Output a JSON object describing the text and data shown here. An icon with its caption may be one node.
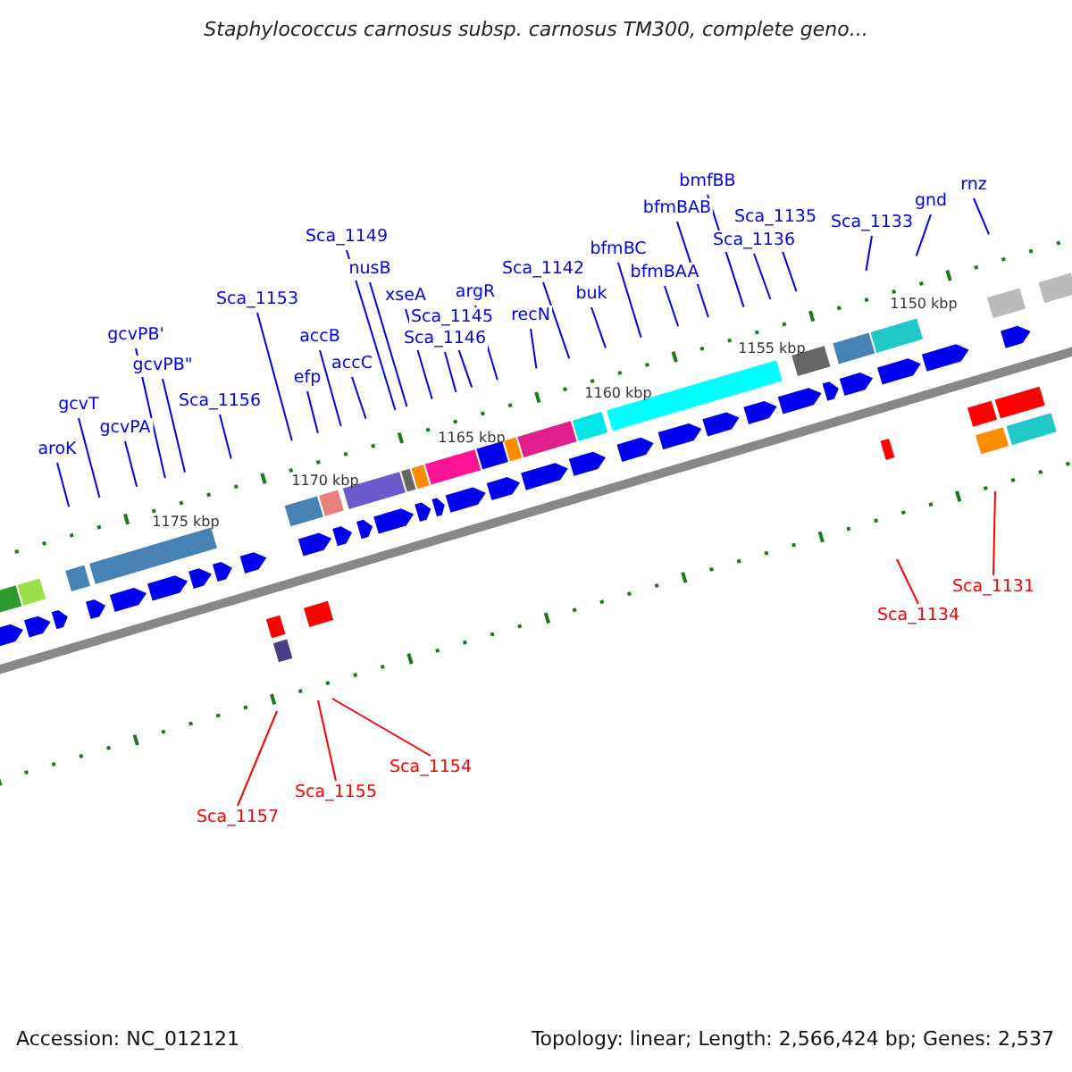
{
  "diagram": {
    "title": "Staphylococcus carnosus subsp. carnosus TM300, complete geno...",
    "nodes": [
      {
        "text": [
          "aroK"
        ]
      },
      {
        "text": [
          "gcvT"
        ]
      },
      {
        "text": [
          "gcvPA"
        ]
      },
      {
        "text": [
          "gcvPB'"
        ]
      },
      {
        "text": [
          "gcvPB\""
        ]
      },
      {
        "text": [
          "Sca_1156"
        ]
      },
      {
        "text": [
          "Sca_1153"
        ]
      },
      {
        "text": [
          "efp"
        ]
      },
      {
        "text": [
          "accB"
        ]
      },
      {
        "text": [
          "accC"
        ]
      },
      {
        "text": [
          "Sca_1149"
        ]
      },
      {
        "text": [
          "nusB"
        ]
      },
      {
        "text": [
          "xseA"
        ]
      },
      {
        "text": [
          "Sca_1146"
        ]
      },
      {
        "text": [
          "Sca_1145"
        ]
      },
      {
        "text": [
          "argR"
        ]
      },
      {
        "text": [
          "recN"
        ]
      },
      {
        "text": [
          "Sca_1142"
        ]
      },
      {
        "text": [
          "buk"
        ]
      },
      {
        "text": [
          "bfmBC"
        ]
      },
      {
        "text": [
          "bfmBAA"
        ]
      },
      {
        "text": [
          "bfmBAB"
        ]
      },
      {
        "text": [
          "bmfBB"
        ]
      },
      {
        "text": [
          "Sca_1136"
        ]
      },
      {
        "text": [
          "Sca_1135"
        ]
      },
      {
        "text": [
          "Sca_1133"
        ]
      },
      {
        "text": [
          "gnd"
        ]
      },
      {
        "text": [
          "rnz"
        ]
      },
      {
        "text": [
          "Sca_1157"
        ]
      },
      {
        "text": [
          "Sca_1155"
        ]
      },
      {
        "text": [
          "Sca_1154"
        ]
      },
      {
        "text": [
          "Sca_1134"
        ]
      },
      {
        "text": [
          "Sca_1131"
        ]
      }
    ],
    "edges": [
      {
        "from": 0,
        "to": null,
        "arrow": "none"
      },
      {
        "from": 1,
        "to": null,
        "arrow": "none"
      },
      {
        "from": 2,
        "to": null,
        "arrow": "none"
      },
      {
        "from": 3,
        "to": null,
        "arrow": "none"
      },
      {
        "from": 4,
        "to": null,
        "arrow": "none"
      },
      {
        "from": 5,
        "to": null,
        "arrow": "none"
      },
      {
        "from": 6,
        "to": null,
        "arrow": "none"
      },
      {
        "from": 7,
        "to": null,
        "arrow": "none"
      },
      {
        "from": 8,
        "to": null,
        "arrow": "none"
      },
      {
        "from": 9,
        "to": null,
        "arrow": "none"
      },
      {
        "from": 10,
        "to": null,
        "arrow": "none"
      },
      {
        "from": 11,
        "to": null,
        "arrow": "none"
      },
      {
        "from": 12,
        "to": null,
        "arrow": "none"
      },
      {
        "from": 13,
        "to": null,
        "arrow": "none"
      },
      {
        "from": 14,
        "to": null,
        "arrow": "none"
      },
      {
        "from": 15,
        "to": null,
        "arrow": "none"
      },
      {
        "from": 16,
        "to": null,
        "arrow": "none"
      },
      {
        "from": 17,
        "to": null,
        "arrow": "none"
      },
      {
        "from": 18,
        "to": null,
        "arrow": "none"
      },
      {
        "from": 19,
        "to": null,
        "arrow": "none"
      },
      {
        "from": 20,
        "to": null,
        "arrow": "none"
      },
      {
        "from": 21,
        "to": null,
        "arrow": "none"
      },
      {
        "from": 22,
        "to": null,
        "arrow": "none"
      },
      {
        "from": 23,
        "to": null,
        "arrow": "none"
      },
      {
        "from": 24,
        "to": null,
        "arrow": "none"
      },
      {
        "from": 25,
        "to": null,
        "arrow": "none"
      },
      {
        "from": 26,
        "to": null,
        "arrow": "none"
      },
      {
        "from": 27,
        "to": null,
        "arrow": "none"
      },
      {
        "from": 28,
        "to": null,
        "arrow": "none",
        "color": "#ff0000"
      },
      {
        "from": 29,
        "to": null,
        "arrow": "none",
        "color": "#ff0000"
      },
      {
        "from": 30,
        "to": null,
        "arrow": "none",
        "color": "#ff0000"
      },
      {
        "from": 31,
        "to": null,
        "arrow": "none",
        "color": "#ff0000"
      },
      {
        "from": 32,
        "to": null,
        "arrow": "none",
        "color": "#ff0000"
      }
    ],
    "labels": [
      "1175 kbp",
      "1170 kbp",
      "1165 kbp",
      "1160 kbp",
      "1155 kbp",
      "1150 kbp",
      "Accession: NC_012121",
      "Topology: linear; Length: 2,566,424 bp; Genes: 2,537"
    ]
  }
}
